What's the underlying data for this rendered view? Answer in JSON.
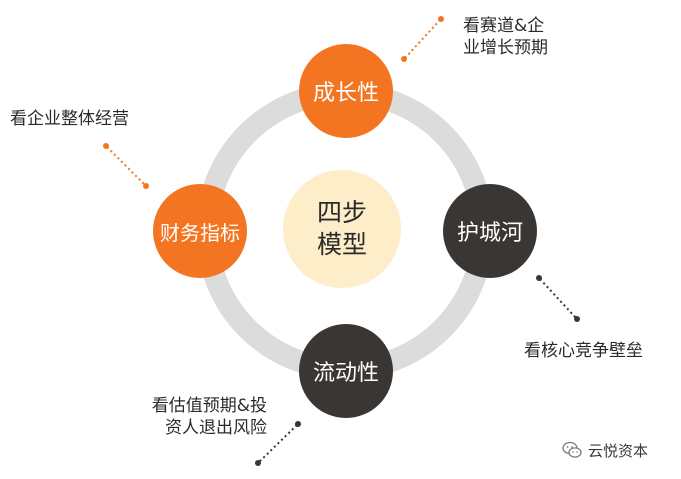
{
  "center": {
    "line1": "四步",
    "line2": "模型"
  },
  "nodes": {
    "top": "成长性",
    "right": "护城河",
    "bottom": "流动性",
    "left": "财务指标"
  },
  "notes": {
    "top": [
      "看赛道&企",
      "业增长预期"
    ],
    "left": "看企业整体经营",
    "right": "看核心竞争壁垒",
    "bottom": [
      "看估值预期&投",
      "资人退出风险"
    ]
  },
  "brand": {
    "name": "云悦资本",
    "icon": "wechat-icon"
  },
  "colors": {
    "accent": "#f47521",
    "dark": "#3a3633",
    "ring": "#dcdcdc",
    "center": "#fdedc9"
  }
}
